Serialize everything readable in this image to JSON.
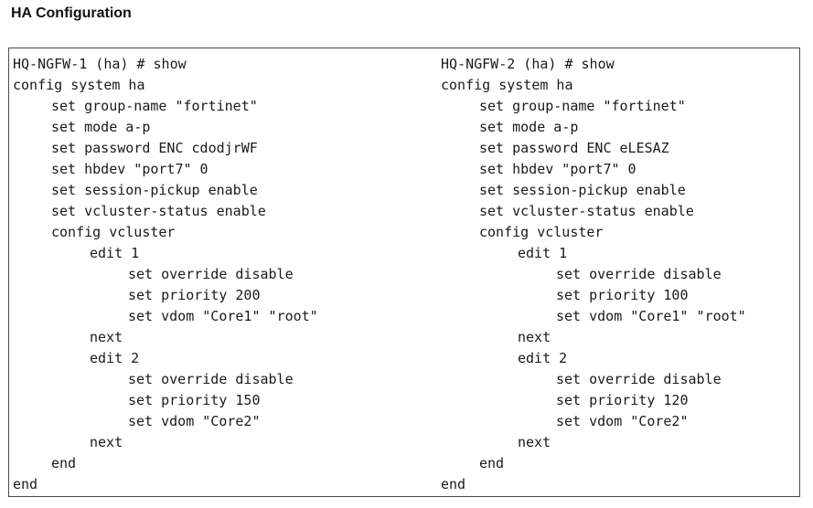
{
  "title": "HA Configuration",
  "left": [
    {
      "indent": 0,
      "text": "HQ-NGFW-1 (ha) # show"
    },
    {
      "indent": 0,
      "text": "config system ha"
    },
    {
      "indent": 1,
      "text": "set group-name \"fortinet\""
    },
    {
      "indent": 1,
      "text": "set mode a-p"
    },
    {
      "indent": 1,
      "text": "set password ENC cdodjrWF"
    },
    {
      "indent": 1,
      "text": "set hbdev \"port7\" 0"
    },
    {
      "indent": 1,
      "text": "set session-pickup enable"
    },
    {
      "indent": 1,
      "text": "set vcluster-status enable"
    },
    {
      "indent": 1,
      "text": "config vcluster"
    },
    {
      "indent": 2,
      "text": "edit 1"
    },
    {
      "indent": 3,
      "text": "set override disable"
    },
    {
      "indent": 3,
      "text": "set priority 200"
    },
    {
      "indent": 3,
      "text": "set vdom \"Core1\" \"root\""
    },
    {
      "indent": 2,
      "text": "next"
    },
    {
      "indent": 2,
      "text": "edit 2"
    },
    {
      "indent": 3,
      "text": "set override disable"
    },
    {
      "indent": 3,
      "text": "set priority 150"
    },
    {
      "indent": 3,
      "text": "set vdom \"Core2\""
    },
    {
      "indent": 2,
      "text": "next"
    },
    {
      "indent": 1,
      "text": "end"
    },
    {
      "indent": 0,
      "text": "end"
    }
  ],
  "right": [
    {
      "indent": 0,
      "text": "HQ-NGFW-2 (ha) # show"
    },
    {
      "indent": 0,
      "text": "config system ha"
    },
    {
      "indent": 1,
      "text": "set group-name \"fortinet\""
    },
    {
      "indent": 1,
      "text": "set mode a-p"
    },
    {
      "indent": 1,
      "text": "set password ENC eLESAZ"
    },
    {
      "indent": 1,
      "text": "set hbdev \"port7\" 0"
    },
    {
      "indent": 1,
      "text": "set session-pickup enable"
    },
    {
      "indent": 1,
      "text": "set vcluster-status enable"
    },
    {
      "indent": 1,
      "text": "config vcluster"
    },
    {
      "indent": 2,
      "text": "edit 1"
    },
    {
      "indent": 3,
      "text": "set override disable"
    },
    {
      "indent": 3,
      "text": "set priority 100"
    },
    {
      "indent": 3,
      "text": "set vdom \"Core1\" \"root\""
    },
    {
      "indent": 2,
      "text": "next"
    },
    {
      "indent": 2,
      "text": "edit 2"
    },
    {
      "indent": 3,
      "text": "set override disable"
    },
    {
      "indent": 3,
      "text": "set priority 120"
    },
    {
      "indent": 3,
      "text": "set vdom \"Core2\""
    },
    {
      "indent": 2,
      "text": "next"
    },
    {
      "indent": 1,
      "text": "end"
    },
    {
      "indent": 0,
      "text": "end"
    }
  ]
}
